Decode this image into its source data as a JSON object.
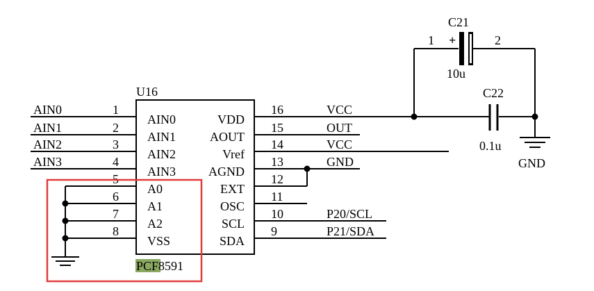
{
  "chip": {
    "ref": "U16",
    "part_prefix": "PCF",
    "part_suffix": "8591",
    "highlight_color": "#8aa860"
  },
  "left_pins": [
    {
      "num": "1",
      "name": "AIN0",
      "net": "AIN0"
    },
    {
      "num": "2",
      "name": "AIN1",
      "net": "AIN1"
    },
    {
      "num": "3",
      "name": "AIN2",
      "net": "AIN2"
    },
    {
      "num": "4",
      "name": "AIN3",
      "net": "AIN3"
    },
    {
      "num": "5",
      "name": "A0",
      "net": ""
    },
    {
      "num": "6",
      "name": "A1",
      "net": ""
    },
    {
      "num": "7",
      "name": "A2",
      "net": ""
    },
    {
      "num": "8",
      "name": "VSS",
      "net": ""
    }
  ],
  "right_pins": [
    {
      "num": "16",
      "name": "VDD",
      "net": "VCC"
    },
    {
      "num": "15",
      "name": "AOUT",
      "net": "OUT"
    },
    {
      "num": "14",
      "name": "Vref",
      "net": "VCC"
    },
    {
      "num": "13",
      "name": "AGND",
      "net": "GND"
    },
    {
      "num": "12",
      "name": "EXT",
      "net": ""
    },
    {
      "num": "11",
      "name": "OSC",
      "net": ""
    },
    {
      "num": "10",
      "name": "SCL",
      "net": "P20/SCL"
    },
    {
      "num": "9",
      "name": "SDA",
      "net": "P21/SDA"
    }
  ],
  "c21": {
    "ref": "C21",
    "value": "10u",
    "pin1": "1",
    "pin2": "2",
    "polarity": "+"
  },
  "c22": {
    "ref": "C22",
    "value": "0.1u"
  },
  "gnd_label": "GND",
  "highlight_box_color": "#e03c3c"
}
